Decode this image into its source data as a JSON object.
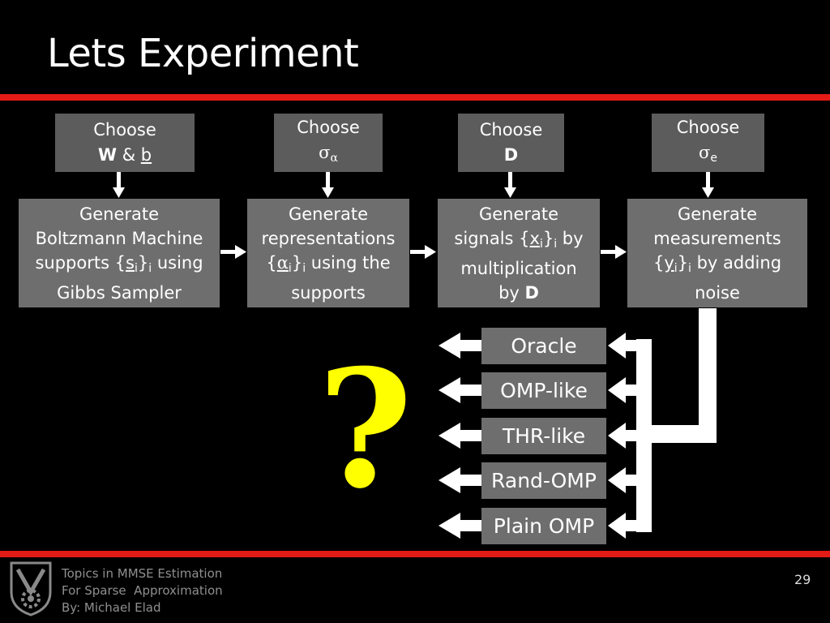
{
  "slide": {
    "title": "Lets Experiment",
    "page_number": "29"
  },
  "choose_boxes": [
    {
      "line1": "Choose",
      "bold": "W",
      "amp": " & ",
      "under": "b"
    },
    {
      "line1": "Choose",
      "symbol": "σ",
      "sub": "α"
    },
    {
      "line1": "Choose",
      "bold": "D"
    },
    {
      "line1": "Choose",
      "symbol": "σ",
      "sub": "e"
    }
  ],
  "generate_boxes": [
    {
      "l1": "Generate",
      "l2": "Boltzmann Machine",
      "l3a": "supports {",
      "l3u": "s",
      "l3sub": "i",
      "l3b": "}",
      "l3sub2": "i",
      "l3c": " using",
      "l4": "Gibbs Sampler"
    },
    {
      "l1": "Generate",
      "l2": "representations",
      "l3a": "{",
      "l3u": "α",
      "l3sub": "i",
      "l3b": "}",
      "l3sub2": "i",
      "l3c": " using the",
      "l4": "supports"
    },
    {
      "l1": "Generate",
      "l2a": "signals {",
      "l2u": "x",
      "l2sub": "i",
      "l2b": "}",
      "l2sub2": "i",
      "l2c": " by",
      "l3": "multiplication",
      "l4a": "by ",
      "l4bold": "D"
    },
    {
      "l1": "Generate",
      "l2": "measurements",
      "l3a": "{",
      "l3u": "y",
      "l3sub": "i",
      "l3b": "}",
      "l3sub2": "i",
      "l3c": " by adding",
      "l4": "noise"
    }
  ],
  "estimators": [
    "Oracle",
    "OMP-like",
    "THR-like",
    "Rand-OMP",
    "Plain OMP"
  ],
  "question_mark": "?",
  "footer": {
    "line1": "Topics in MMSE Estimation",
    "line2": "For Sparse  Approximation",
    "line3": "By: Michael Elad"
  },
  "colors": {
    "background": "#000000",
    "rule": "#e31b17",
    "box": "#6e6e6e",
    "question_mark": "#ffff00",
    "arrow": "#ffffff"
  }
}
